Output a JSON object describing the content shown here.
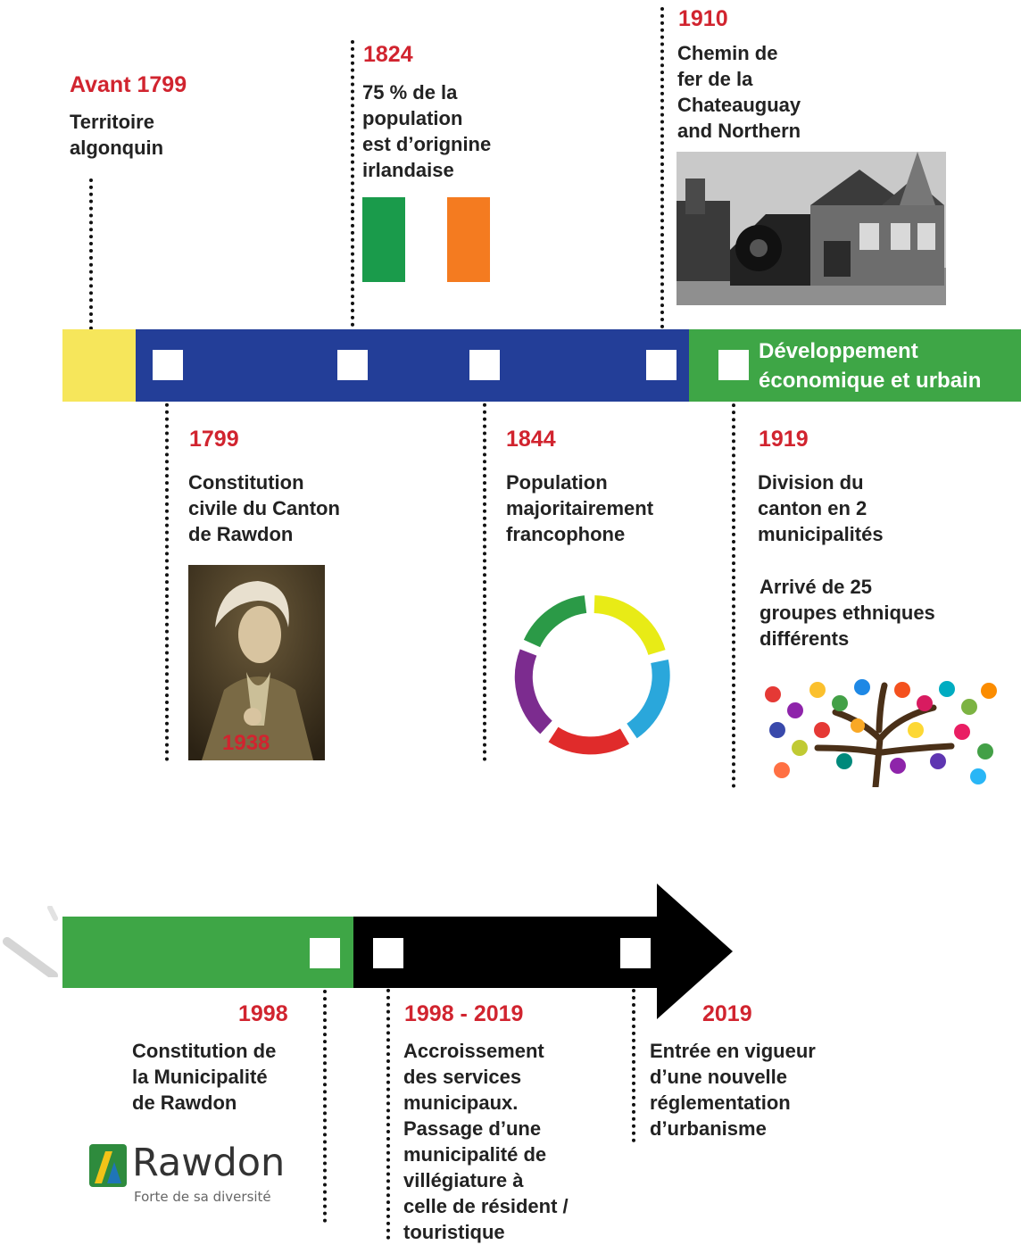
{
  "timeline_top": {
    "segments": [
      {
        "name": "avant-1799",
        "color": "#f6e65b"
      },
      {
        "name": "1799-1919",
        "color": "#233e98"
      },
      {
        "name": "1919-1998",
        "color": "#3ea646",
        "label": "Développement\néconomique et urbain"
      }
    ],
    "events_above": [
      {
        "year": "Avant 1799",
        "text": "Territoire\nalgonquin"
      },
      {
        "year": "1824",
        "text": "75 % de la\npopulation\nest d’orignine\nirlandaise"
      },
      {
        "year": "1910",
        "text": "Chemin de\nfer de la\nChateauguay\nand Northern"
      }
    ],
    "events_below": [
      {
        "year": "1799",
        "text": "Constitution\ncivile du Canton\nde Rawdon",
        "caption": "1938"
      },
      {
        "year": "1844",
        "text": "Population\nmajoritairement\nfrancophone"
      },
      {
        "year": "1919",
        "text": "Division du\ncanton en 2\nmunicipalités",
        "text2": "Arrivé de 25\ngroupes ethniques\ndifférents"
      }
    ]
  },
  "timeline_bottom": {
    "segments": [
      {
        "name": "1998-segment",
        "color": "#3ea646"
      },
      {
        "name": "arrow-segment",
        "color": "#000000"
      }
    ],
    "events_below": [
      {
        "year": "1998",
        "text": "Constitution de\nla Municipalité\nde Rawdon"
      },
      {
        "year": "1998 - 2019",
        "text": "Accroissement\ndes services\nmunicipaux.\nPassage d’une\nmunicipalité de\nvillégiature à\ncelle de résident /\ntouristique"
      },
      {
        "year": "2019",
        "text": "Entrée en vigueur\nd’une nouvelle\nréglementation\nd’urbanisme"
      }
    ]
  },
  "logo": {
    "word": "Rawdon",
    "tagline": "Forte de sa diversité"
  },
  "colors": {
    "year_red": "#d1242f",
    "flag_green": "#1a9b4b",
    "flag_orange": "#f47b20",
    "ring": [
      "#e8eb16",
      "#2aa7db",
      "#e02b2b",
      "#7c2c8f",
      "#2b9a47"
    ]
  }
}
